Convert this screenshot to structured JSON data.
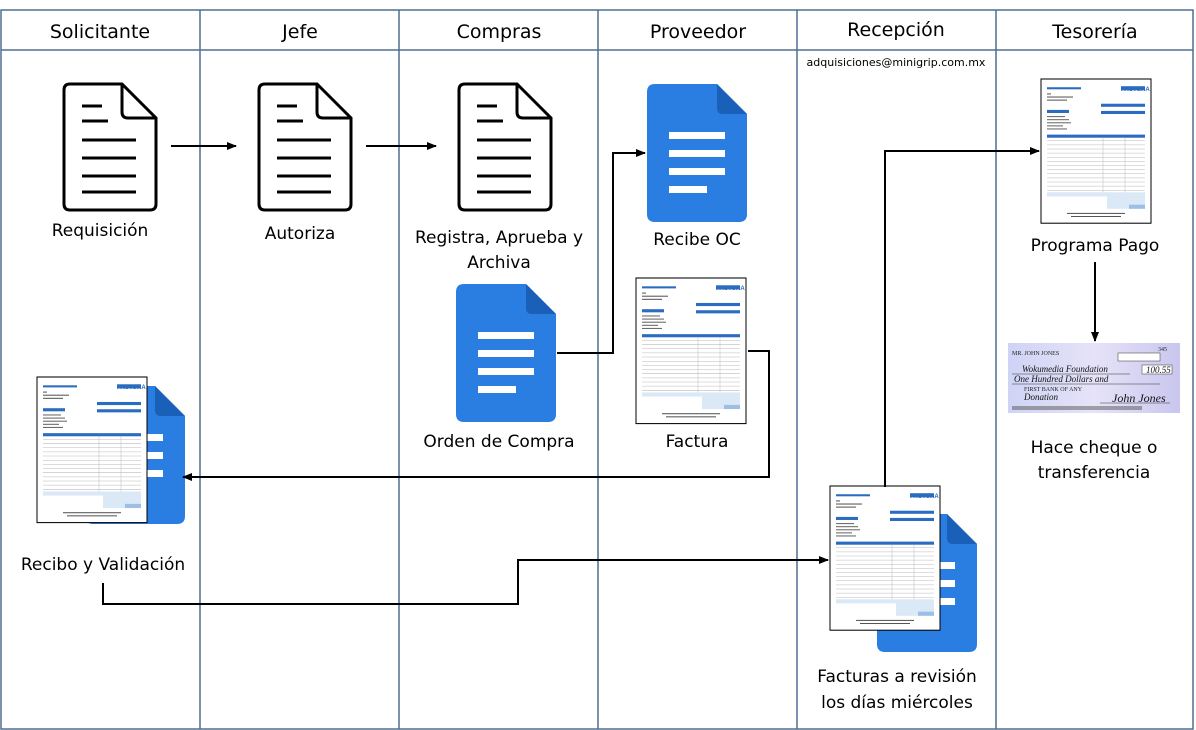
{
  "lanes": [
    {
      "name": "Solicitante"
    },
    {
      "name": "Jefe"
    },
    {
      "name": "Compras"
    },
    {
      "name": "Proveedor"
    },
    {
      "name": "Recepción"
    },
    {
      "name": "Tesorería"
    }
  ],
  "email": "adquisiciones@minigrip.com.mx",
  "steps": {
    "requisicion": "Requisición",
    "autoriza": "Autoriza",
    "registra_1": "Registra, Aprueba y",
    "registra_2": "Archiva",
    "orden_compra": "Orden de Compra",
    "recibe_oc": "Recibe OC",
    "factura": "Factura",
    "recibo_validacion": "Recibo y Validación",
    "facturas_revision_1": "Facturas a revisión",
    "facturas_revision_2": "los días miércoles",
    "programa_pago": "Programa Pago",
    "hace_cheque_1": "Hace cheque o",
    "hace_cheque_2": "transferencia"
  },
  "invoice": {
    "company": "[Nombre de la empresa]",
    "title": "FACTURA"
  },
  "cheque": {
    "number": "345",
    "payer": "MR. JOHN JONES",
    "payee": "Wokumedia Foundation",
    "amount": "100.55",
    "words": "One Hundred Dollars and",
    "memo": "Donation",
    "signature": "John Jones",
    "bank": "FIRST BANK OF ANY"
  },
  "colors": {
    "lane_border": "#4f6f8f",
    "doc_blue": "#2a7de1",
    "doc_blue_fold": "#1a5fb8",
    "arrow": "#000000"
  }
}
